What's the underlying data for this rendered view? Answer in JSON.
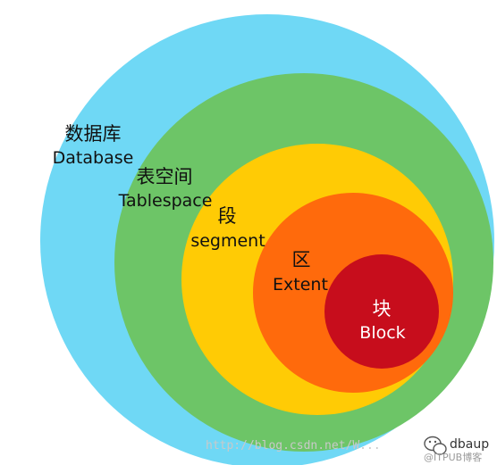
{
  "layers": [
    {
      "id": "database",
      "zh": "数据库",
      "en": "Database",
      "color": "#6fd8f5"
    },
    {
      "id": "tablespace",
      "zh": "表空间",
      "en": "Tablespace",
      "color": "#6dc567"
    },
    {
      "id": "segment",
      "zh": "段",
      "en": "segment",
      "color": "#ffcb05"
    },
    {
      "id": "extent",
      "zh": "区",
      "en": "Extent",
      "color": "#ff6a0c"
    },
    {
      "id": "block",
      "zh": "块",
      "en": "Block",
      "color": "#c70d1c"
    }
  ],
  "watermark": "http://blog.csdn.net/W...",
  "brand": {
    "name": "dbaup",
    "sub": "@ITPUB博客",
    "icon": "wechat-icon"
  }
}
